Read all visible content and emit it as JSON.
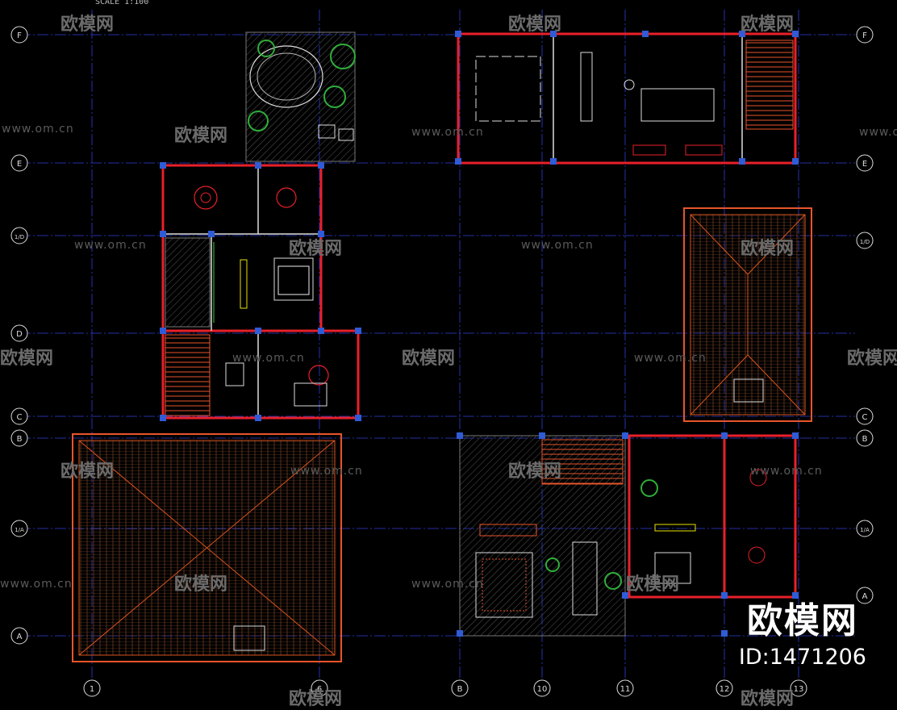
{
  "drawing": {
    "scale_label": "SCALE    1:100",
    "grid_rows": [
      {
        "label": "F"
      },
      {
        "label": "E"
      },
      {
        "label": "1/D"
      },
      {
        "label": "D"
      },
      {
        "label": "C"
      },
      {
        "label": "B"
      },
      {
        "label": "1/A"
      },
      {
        "label": "A"
      }
    ],
    "grid_cols": [
      {
        "label": "1"
      },
      {
        "label": "6"
      },
      {
        "label": "B"
      },
      {
        "label": "10"
      },
      {
        "label": "11"
      },
      {
        "label": "12"
      },
      {
        "label": "13"
      }
    ],
    "right_rows": [
      {
        "label": "F"
      },
      {
        "label": "E"
      },
      {
        "label": "1/D"
      },
      {
        "label": "C"
      },
      {
        "label": "B"
      },
      {
        "label": "1/A"
      },
      {
        "label": "A"
      }
    ]
  },
  "watermarks": {
    "url": "www.om.cn",
    "brand": "欧模网"
  },
  "brand_badge": {
    "name": "欧模网",
    "id_text": "ID:1471206"
  },
  "colors": {
    "wall_red": "#e8202a",
    "column_blue": "#2f5bd6",
    "grid_blue": "#3b5bff",
    "roof_orange": "#d9531e",
    "plant_green": "#2fae3a",
    "furniture_white": "#e6e6e6",
    "yellow": "#e8e000"
  }
}
